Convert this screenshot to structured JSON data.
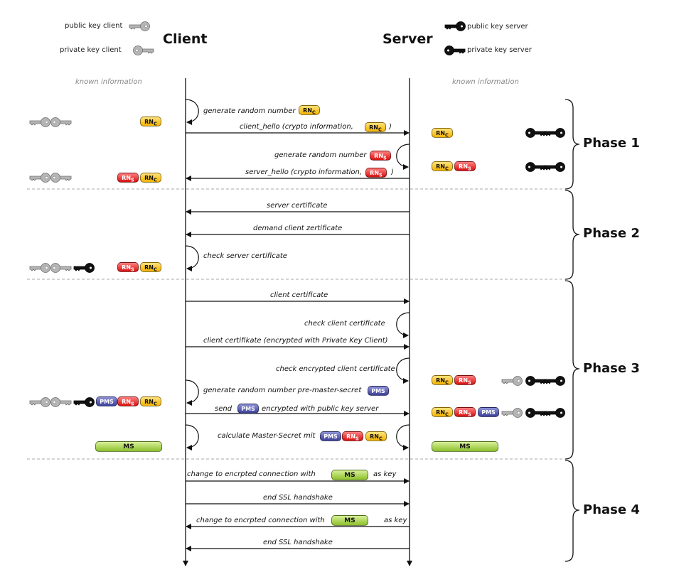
{
  "legend": {
    "public_key_client": "public key client",
    "private_key_client": "private key client",
    "public_key_server": "public key server",
    "private_key_server": "private key server"
  },
  "roles": {
    "client": "Client",
    "server": "Server"
  },
  "known_information": "known information",
  "tokens": {
    "rnc": "RN",
    "rnc_sub": "C",
    "rns": "RN",
    "rns_sub": "S",
    "pms": "PMS",
    "ms": "MS"
  },
  "phases": [
    "Phase 1",
    "Phase 2",
    "Phase 3",
    "Phase 4"
  ],
  "messages": {
    "gen_rn_client": "generate random number",
    "client_hello_a": "client_hello (crypto information,",
    "client_hello_b": ")",
    "gen_rn_server": "generate random number",
    "server_hello_a": "server_hello (crypto information,",
    "server_hello_b": ")",
    "server_certificate": "server certificate",
    "demand_client_cert": "demand client zertificate",
    "check_server_cert": "check server certificate",
    "client_certificate": "client certificate",
    "check_client_cert": "check client certificate",
    "client_cert_encrypted": "client certifikate (encrypted with Private Key Client)",
    "check_encrypted_cert": "check encrypted client certificate",
    "gen_pms": "generate random number pre-master-secret",
    "send_a": "send",
    "send_b": "encrypted with public key server",
    "calc_ms": "calculate Master-Secret mit",
    "change_enc_1a": "change to encrpted connection with",
    "change_enc_1b": "as key",
    "end_ssl_1": "end SSL handshake",
    "change_enc_2a": "change to encrpted connection with",
    "change_enc_2b": "as key",
    "end_ssl_2": "end SSL handshake"
  },
  "colors": {
    "rnc": "#f4b300",
    "rns": "#d81010",
    "pms": "#3b3f9a",
    "ms": "#8cc02a",
    "public_key_client": "#aaaaaa",
    "private_key_server": "#111111"
  },
  "icons": [
    "public-key-client-icon",
    "private-key-client-icon",
    "public-key-server-icon",
    "private-key-server-icon"
  ]
}
